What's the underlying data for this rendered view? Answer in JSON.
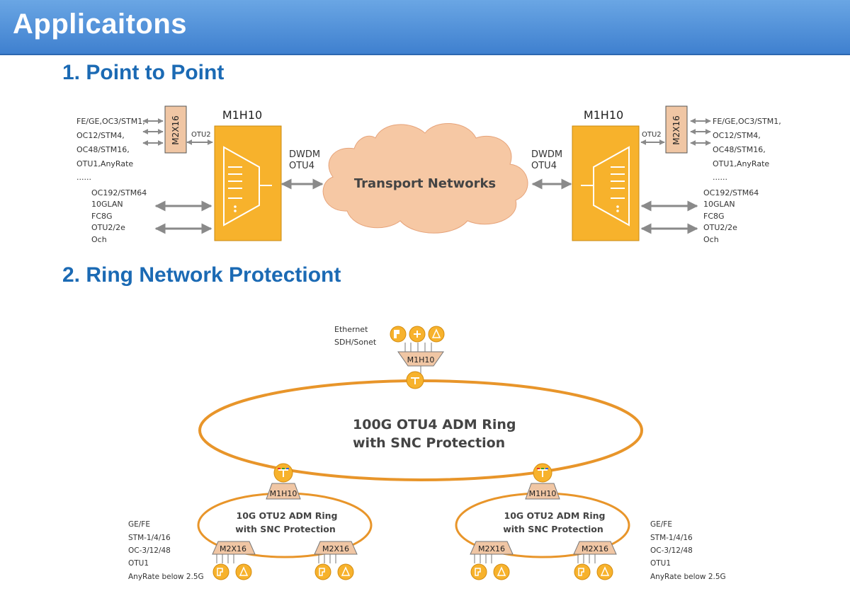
{
  "header": {
    "title": "Applicaitons"
  },
  "sections": {
    "p2p_title": "1. Point to Point",
    "ring_title": "2. Ring Network Protectiont"
  },
  "p2p": {
    "left_inputs": [
      "FE/GE,OC3/STM1,",
      "OC12/STM4,",
      "OC48/STM16,",
      "OTU1,AnyRate",
      "......"
    ],
    "right_inputs": [
      "FE/GE,OC3/STM1,",
      "OC12/STM4,",
      "OC48/STM16,",
      "OTU1,AnyRate",
      "......"
    ],
    "high_rate": [
      "OC192/STM64",
      "10GLAN",
      "FC8G",
      "OTU2/2e",
      "Och"
    ],
    "mux_label": "M2X16",
    "otu2_label": "OTU2",
    "node_label": "M1H10",
    "link_label": [
      "DWDM",
      "OTU4"
    ],
    "cloud_label": "Transport Networks"
  },
  "ring": {
    "top_services": [
      "Ethernet",
      "SDH/Sonet"
    ],
    "node_label": "M1H10",
    "main_ring": [
      "100G OTU4 ADM Ring",
      "with SNC Protection"
    ],
    "sub_ring": [
      "10G OTU2 ADM Ring",
      "with SNC Protection"
    ],
    "mux_label": "M2X16",
    "side_services": [
      "GE/FE",
      "STM-1/4/16",
      "OC-3/12/48",
      "OTU1",
      "AnyRate below 2.5G"
    ]
  },
  "colors": {
    "header": "#4a8bd6",
    "title": "#1b6ab4",
    "node": "#f7b22c",
    "mux": "#f0c6a4",
    "cloud": "#f6c8a4",
    "ring": "#e8952a"
  }
}
